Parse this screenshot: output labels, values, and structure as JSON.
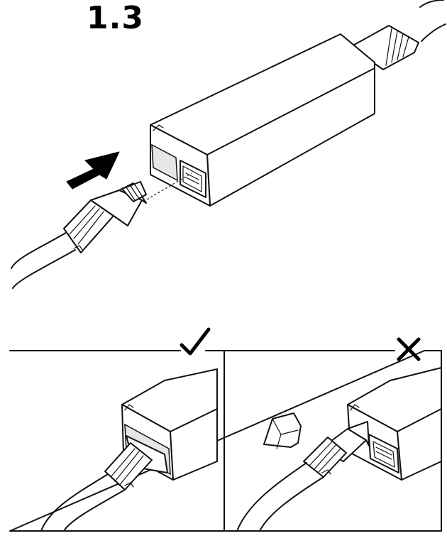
{
  "step": {
    "number": "1.3"
  },
  "panels": [
    {
      "status": "correct",
      "mark": "✓"
    },
    {
      "status": "incorrect",
      "mark": "✕"
    }
  ],
  "icons": [
    "insert-arrow-icon",
    "check-mark-icon",
    "cross-mark-icon"
  ]
}
